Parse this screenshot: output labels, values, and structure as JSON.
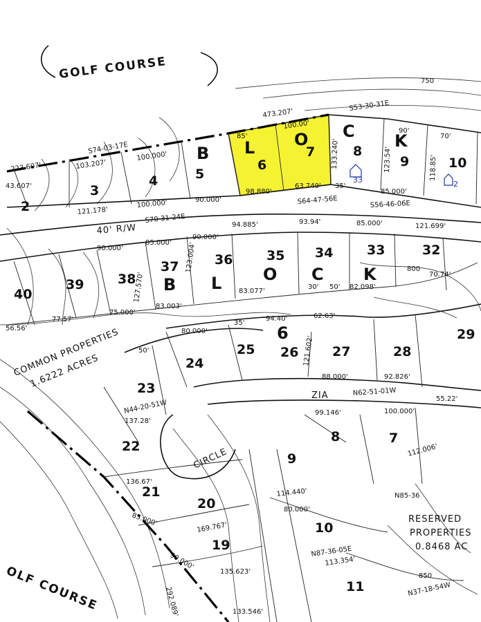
{
  "map": {
    "golf_course_top": "GOLF COURSE",
    "golf_course_bottom": "OLF COURSE",
    "contour_750": "750",
    "contour_800": "800",
    "contour_850": "850",
    "common_properties": "COMMON PROPERTIES",
    "common_acres": "1.6222 ACRES",
    "reserved": "RESERVED",
    "properties": "PROPERTIES",
    "reserved_acres": "0.8468 AC",
    "road_zia": "ZIA",
    "road_circle": "CIRCLE",
    "row_40rw": "40' R/W",
    "highlight_color": "#f5f232"
  },
  "upper_block": {
    "letters": [
      "B",
      "L",
      "O",
      "C",
      "K"
    ],
    "lots": [
      "2",
      "3",
      "4",
      "5",
      "6",
      "7",
      "8",
      "9",
      "10"
    ],
    "marks": [
      "33",
      "2"
    ]
  },
  "lower_block": {
    "letters": [
      "B",
      "L",
      "O",
      "C",
      "K"
    ],
    "lots": [
      "32",
      "33",
      "34",
      "35",
      "36",
      "37",
      "38",
      "39",
      "40"
    ]
  },
  "block6": {
    "number": "6",
    "lots": [
      "7",
      "8",
      "9",
      "10",
      "11",
      "19",
      "20",
      "21",
      "22",
      "23",
      "24",
      "25",
      "26",
      "27",
      "28",
      "29"
    ]
  },
  "bearings": {
    "b1": "S53-30-31E",
    "b2": "S74-03-17E",
    "b3": "S64-47-56E",
    "b4": "S56-46-06E",
    "b5": "S70-31-24E",
    "b6": "N62-51-01W",
    "b7": "N44-20-51W",
    "b8": "N87-36-05E",
    "b9": "N85-36",
    "b10": "N37-18-54W"
  },
  "dims": {
    "d1": "473.207'",
    "d2": "100.00'",
    "d3": "85'",
    "d4": "223.607'",
    "d5": "103.207'",
    "d6": "100.000'",
    "d7": "133.240'",
    "d8": "123.54'",
    "d9": "90'",
    "d10": "70'",
    "d11": "118.85'",
    "d12": "43.607'",
    "d13": "121.178'",
    "d14": "100.000'",
    "d15": "90.000'",
    "d16": "98.880'",
    "d17": "63.749'",
    "d18": "35'",
    "d19": "85.000'",
    "d20": "94.885'",
    "d21": "93.94'",
    "d22": "85.000'",
    "d23": "121.699'",
    "d24": "90.000'",
    "d25": "85.000'",
    "d26": "90.000'",
    "d27": "127.570'",
    "d28": "123.004'",
    "d29": "83.003'",
    "d30": "75.000'",
    "d31": "77.57'",
    "d32": "83.077'",
    "d33": "30'",
    "d34": "50'",
    "d35": "82.098'",
    "d36": "56.56'",
    "d37": "80.000'",
    "d38": "35'",
    "d39": "94.40'",
    "d40": "62.63'",
    "d41": "121.602'",
    "d42": "88.000'",
    "d43": "92.826'",
    "d44": "55.22'",
    "d45": "100.000'",
    "d46": "99.146'",
    "d47": "135.623'",
    "d48": "133.546'",
    "d49": "292.089'",
    "d50": "90.000'",
    "d51": "136.67'",
    "d52": "137.28'",
    "d53": "113.354'",
    "d54": "114.440'",
    "d55": "80.000'",
    "d56": "85.000'",
    "d57": "50'",
    "d58": "70.74'",
    "d59": "169.767'",
    "d60": "112.006'"
  }
}
